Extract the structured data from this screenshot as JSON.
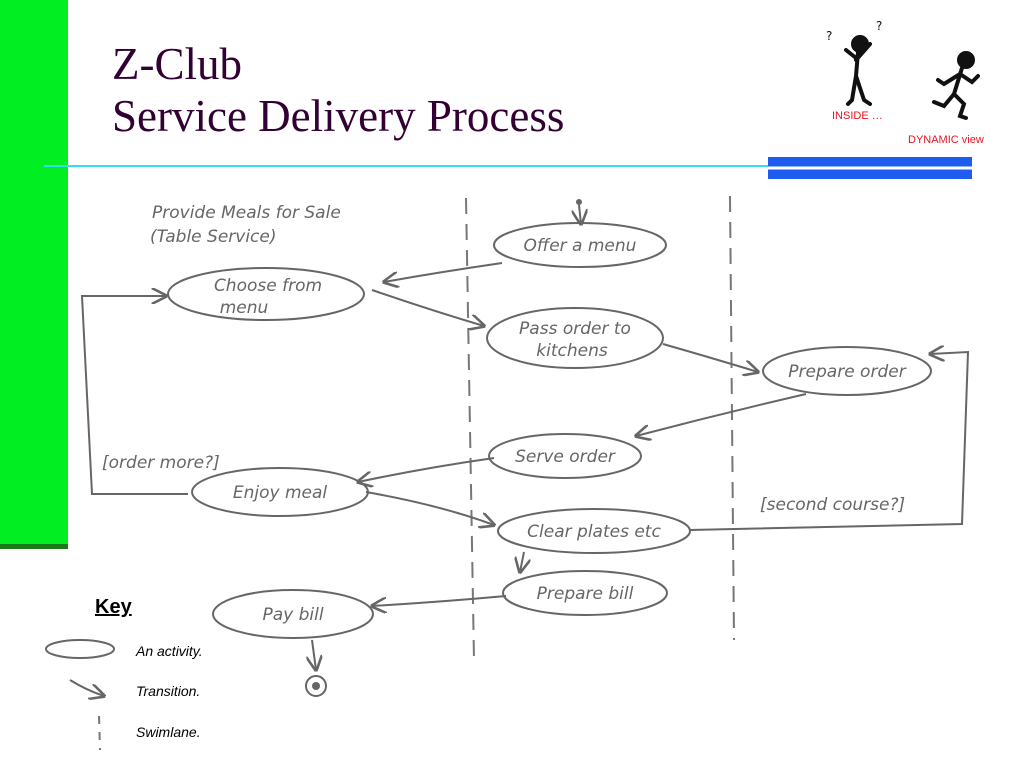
{
  "slide": {
    "title_line1": "Z-Club",
    "title_line2": "Service Delivery Process"
  },
  "figures": {
    "inside_label": "INSIDE …",
    "dynamic_label": "DYNAMIC view"
  },
  "diagram": {
    "heading_line1": "Provide Meals for Sale",
    "heading_line2": "(Table Service)",
    "activities": {
      "offer_menu": "Offer a menu",
      "choose_line1": "Choose from",
      "choose_line2": "menu",
      "pass_line1": "Pass order to",
      "pass_line2": "kitchens",
      "prepare_order": "Prepare order",
      "serve_order": "Serve order",
      "enjoy_meal": "Enjoy meal",
      "clear_plates": "Clear plates etc",
      "prepare_bill": "Prepare bill",
      "pay_bill": "Pay bill"
    },
    "guards": {
      "order_more": "[order more?]",
      "second_course": "[second course?]"
    }
  },
  "key": {
    "title": "Key",
    "activity": "An activity.",
    "transition": "Transition.",
    "swimlane": "Swimlane."
  },
  "colors": {
    "accent_bar": "#00ee22",
    "title": "#330033",
    "label_red": "#e8141e",
    "rule": "#33ddee",
    "blue_block": "#1e5cf0"
  }
}
